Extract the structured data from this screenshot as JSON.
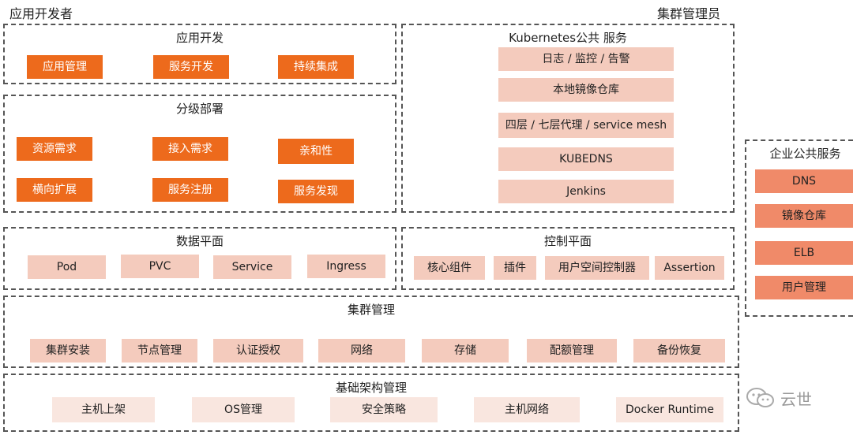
{
  "roles": {
    "developer": "应用开发者",
    "admin": "集群管理员"
  },
  "app_dev": {
    "title": "应用开发",
    "items": [
      "应用管理",
      "服务开发",
      "持续集成"
    ]
  },
  "deploy": {
    "title": "分级部署",
    "items": [
      "资源需求",
      "接入需求",
      "亲和性",
      "横向扩展",
      "服务注册",
      "服务发现"
    ]
  },
  "k8s": {
    "title": "Kubernetes公共 服务",
    "items": [
      "日志 / 监控 / 告警",
      "本地镜像仓库",
      "四层 / 七层代理 / service mesh",
      "KUBEDNS",
      "Jenkins"
    ]
  },
  "enterprise": {
    "title": "企业公共服务",
    "items": [
      "DNS",
      "镜像仓库",
      "ELB",
      "用户管理"
    ]
  },
  "data_plane": {
    "title": "数据平面",
    "items": [
      "Pod",
      "PVC",
      "Service",
      "Ingress"
    ]
  },
  "control_plane": {
    "title": "控制平面",
    "items": [
      "核心组件",
      "插件",
      "用户空间控制器",
      "Assertion"
    ]
  },
  "cluster_mgmt": {
    "title": "集群管理",
    "items": [
      "集群安装",
      "节点管理",
      "认证授权",
      "网络",
      "存储",
      "配额管理",
      "备份恢复"
    ]
  },
  "infra": {
    "title": "基础架构管理",
    "items": [
      "主机上架",
      "OS管理",
      "安全策略",
      "主机网络",
      "Docker Runtime"
    ]
  },
  "watermark": {
    "text": "云世",
    "icon": "wechat-icon"
  }
}
